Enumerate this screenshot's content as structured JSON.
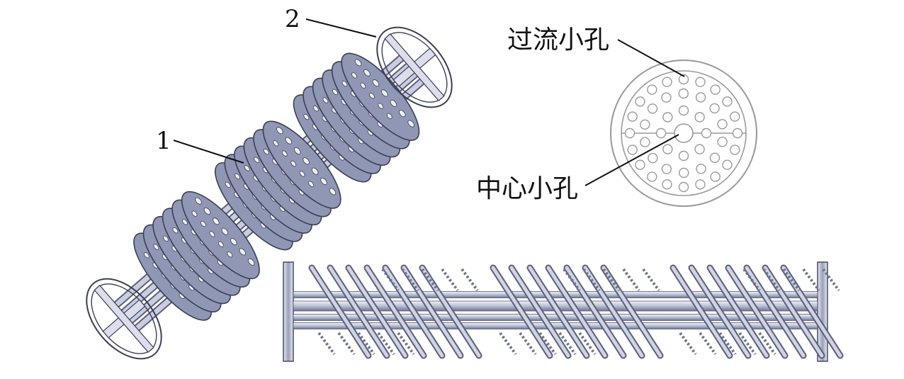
{
  "figure": {
    "labels": {
      "part1": "1",
      "part2": "2",
      "flow_holes": "过流小孔",
      "center_hole": "中心小孔"
    },
    "colors": {
      "disc_fill": "#8f97b5",
      "disc_edge": "#3a3f55",
      "rod_fill": "#c9cde0",
      "frame_stroke": "#3a3f55",
      "plate_stroke": "#9a9a9a",
      "leader": "#111111"
    },
    "disc_groups": 3,
    "discs_per_group": 6,
    "rods": 4
  }
}
